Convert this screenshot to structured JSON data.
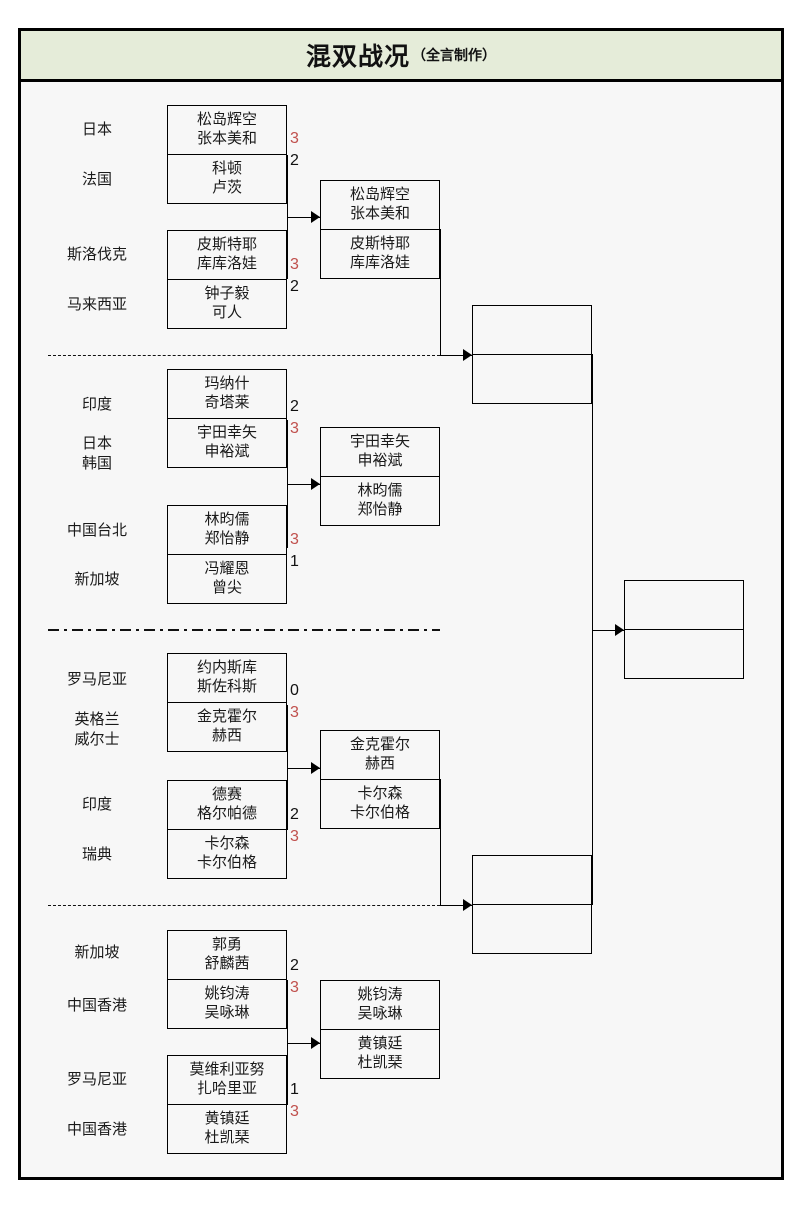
{
  "header": {
    "title_main": "混双战况",
    "title_sub": "（全言制作）",
    "accent_color": "#e5ecd9",
    "winner_score_color": "#c0504d"
  },
  "bracket": {
    "round1": [
      {
        "id": "r1-m1",
        "top": {
          "country": "日本",
          "players": [
            "松岛辉空",
            "张本美和"
          ],
          "score": "3",
          "winner": true
        },
        "bottom": {
          "country": "法国",
          "players": [
            "科顿",
            "卢茨"
          ],
          "score": "2",
          "winner": false
        }
      },
      {
        "id": "r1-m2",
        "top": {
          "country": "斯洛伐克",
          "players": [
            "皮斯特耶",
            "库库洛娃"
          ],
          "score": "3",
          "winner": true
        },
        "bottom": {
          "country": "马来西亚",
          "players": [
            "钟子毅",
            "可人"
          ],
          "score": "2",
          "winner": false
        }
      },
      {
        "id": "r1-m3",
        "top": {
          "country": "印度",
          "players": [
            "玛纳什",
            "奇塔莱"
          ],
          "score": "2",
          "winner": false
        },
        "bottom": {
          "country": "日本\n韩国",
          "players": [
            "宇田幸矢",
            "申裕斌"
          ],
          "score": "3",
          "winner": true
        }
      },
      {
        "id": "r1-m4",
        "top": {
          "country": "中国台北",
          "players": [
            "林昀儒",
            "郑怡静"
          ],
          "score": "3",
          "winner": true
        },
        "bottom": {
          "country": "新加坡",
          "players": [
            "冯耀恩",
            "曾尖"
          ],
          "score": "1",
          "winner": false
        }
      },
      {
        "id": "r1-m5",
        "top": {
          "country": "罗马尼亚",
          "players": [
            "约内斯库",
            "斯佐科斯"
          ],
          "score": "0",
          "winner": false
        },
        "bottom": {
          "country": "英格兰\n威尔士",
          "players": [
            "金克霍尔",
            "赫西"
          ],
          "score": "3",
          "winner": true
        }
      },
      {
        "id": "r1-m6",
        "top": {
          "country": "印度",
          "players": [
            "德赛",
            "格尔帕德"
          ],
          "score": "2",
          "winner": false
        },
        "bottom": {
          "country": "瑞典",
          "players": [
            "卡尔森",
            "卡尔伯格"
          ],
          "score": "3",
          "winner": true
        }
      },
      {
        "id": "r1-m7",
        "top": {
          "country": "新加坡",
          "players": [
            "郭勇",
            "舒麟茜"
          ],
          "score": "2",
          "winner": false
        },
        "bottom": {
          "country": "中国香港",
          "players": [
            "姚钧涛",
            "吴咏琳"
          ],
          "score": "3",
          "winner": true
        }
      },
      {
        "id": "r1-m8",
        "top": {
          "country": "罗马尼亚",
          "players": [
            "莫维利亚努",
            "扎哈里亚"
          ],
          "score": "1",
          "winner": false
        },
        "bottom": {
          "country": "中国香港",
          "players": [
            "黄镇廷",
            "杜凯琹"
          ],
          "score": "3",
          "winner": true
        }
      }
    ],
    "round2": [
      {
        "id": "r2-m1",
        "top": {
          "players": [
            "松岛辉空",
            "张本美和"
          ],
          "score": ""
        },
        "bottom": {
          "players": [
            "皮斯特耶",
            "库库洛娃"
          ],
          "score": ""
        }
      },
      {
        "id": "r2-m2",
        "top": {
          "players": [
            "宇田幸矢",
            "申裕斌"
          ],
          "score": ""
        },
        "bottom": {
          "players": [
            "林昀儒",
            "郑怡静"
          ],
          "score": ""
        }
      },
      {
        "id": "r2-m3",
        "top": {
          "players": [
            "金克霍尔",
            "赫西"
          ],
          "score": ""
        },
        "bottom": {
          "players": [
            "卡尔森",
            "卡尔伯格"
          ],
          "score": ""
        }
      },
      {
        "id": "r2-m4",
        "top": {
          "players": [
            "姚钧涛",
            "吴咏琳"
          ],
          "score": ""
        },
        "bottom": {
          "players": [
            "黄镇廷",
            "杜凯琹"
          ],
          "score": ""
        }
      }
    ],
    "semifinals": [
      {
        "id": "sf-1",
        "top": {
          "players": []
        },
        "bottom": {
          "players": []
        }
      },
      {
        "id": "sf-2",
        "top": {
          "players": []
        },
        "bottom": {
          "players": []
        }
      }
    ],
    "final": {
      "id": "final",
      "top": {
        "players": []
      },
      "bottom": {
        "players": []
      }
    }
  }
}
